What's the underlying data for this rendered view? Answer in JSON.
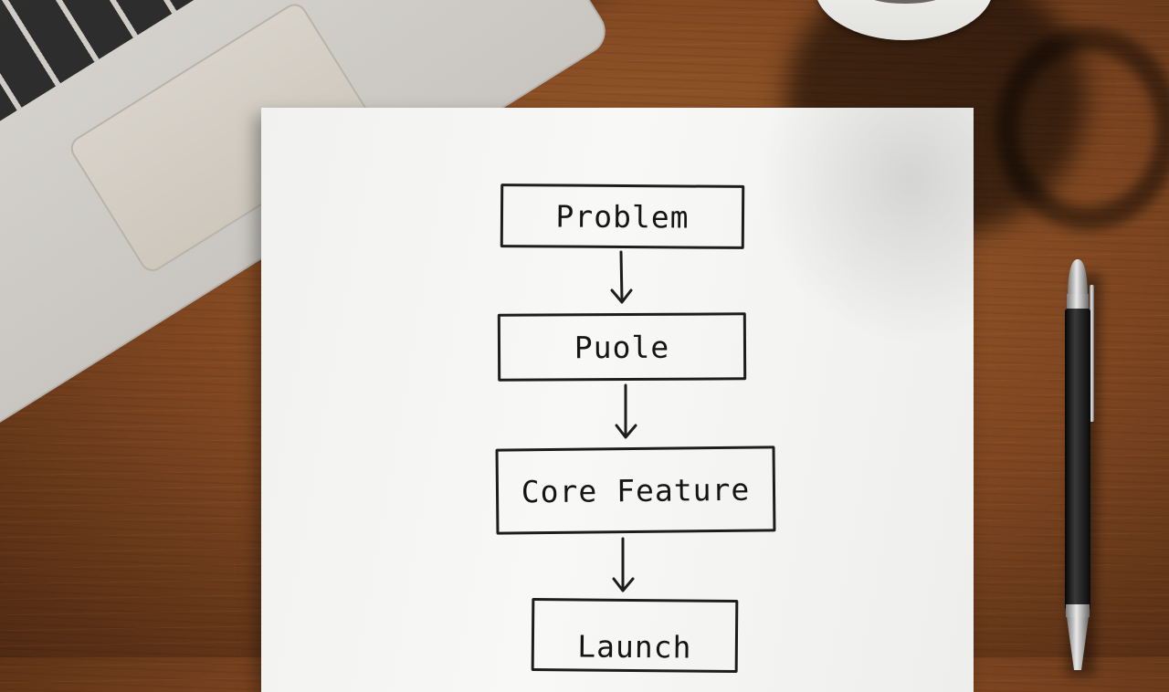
{
  "flowchart": {
    "steps": [
      {
        "label": "Problem"
      },
      {
        "label": "Puole"
      },
      {
        "label": "Core Feature"
      },
      {
        "label": "Launch"
      }
    ]
  },
  "icons": {
    "laptop": "laptop-icon",
    "mug": "coffee-mug-icon",
    "pen": "pen-icon",
    "arrow": "arrow-down-icon"
  },
  "colors": {
    "desk": "#7d4520",
    "paper": "#f5f5f3",
    "ink": "#1d1d1d",
    "laptop": "#d2cfca",
    "pen": "#161616"
  }
}
